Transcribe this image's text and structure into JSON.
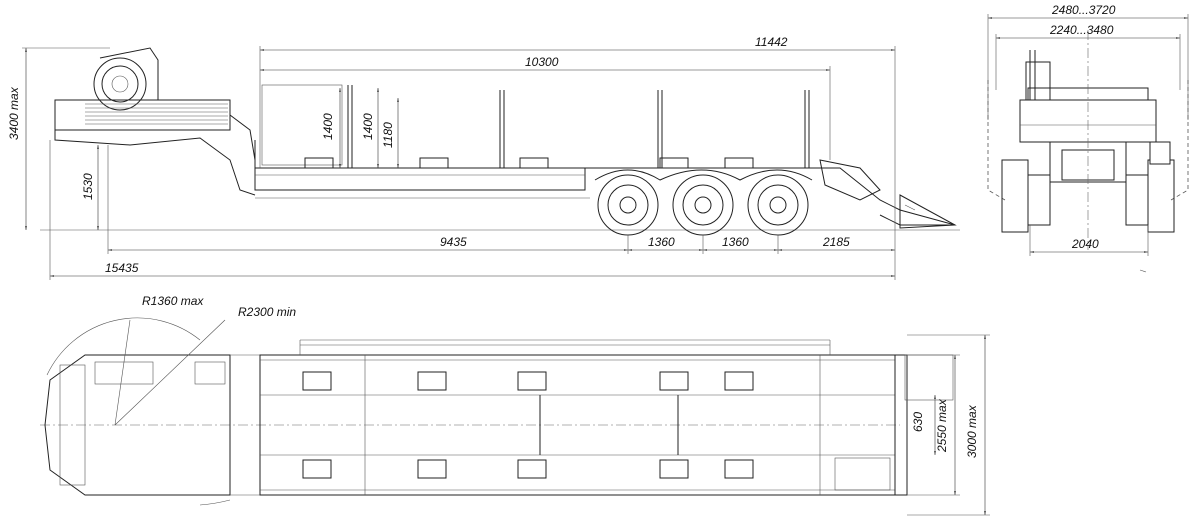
{
  "side_view": {
    "overall_length": "15435",
    "platform_length": "11442",
    "deck_length": "10300",
    "kingpin_to_axle": "9435",
    "axle_spacing_1": "1360",
    "axle_spacing_2": "1360",
    "rear_overhang": "2185",
    "height_max": "3400 max",
    "gooseneck_height": "1530",
    "stake_height_1": "1400",
    "stake_height_2": "1400",
    "side_height": "1180"
  },
  "rear_view": {
    "width_outer": "2480...3720",
    "width_inner": "2240...3480",
    "track_width": "2040"
  },
  "top_view": {
    "front_radius": "R1360 max",
    "turning_radius": "R2300 min",
    "ramp_gap": "630",
    "platform_width": "2550 max",
    "total_width": "3000 max"
  }
}
